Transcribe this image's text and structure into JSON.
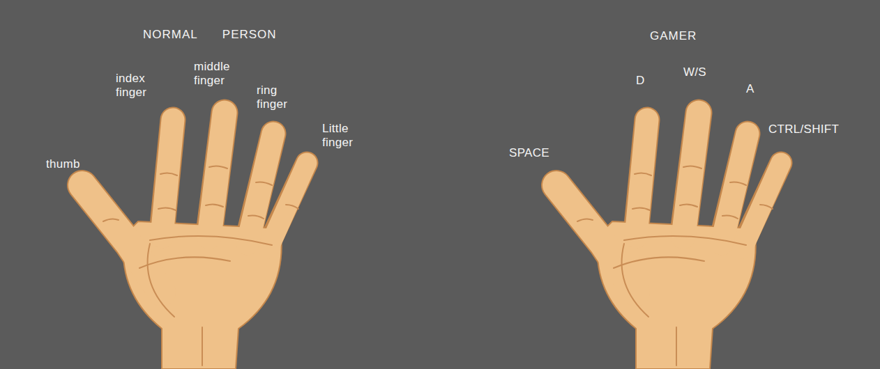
{
  "diagram": {
    "labels": [
      "NORMAL PERSON",
      "index finger",
      "middle finger",
      "ring finger",
      "Little finger",
      "thumb",
      "GAMER",
      "D",
      "W/S",
      "A",
      "CTRL/SHIFT",
      "SPACE"
    ]
  }
}
